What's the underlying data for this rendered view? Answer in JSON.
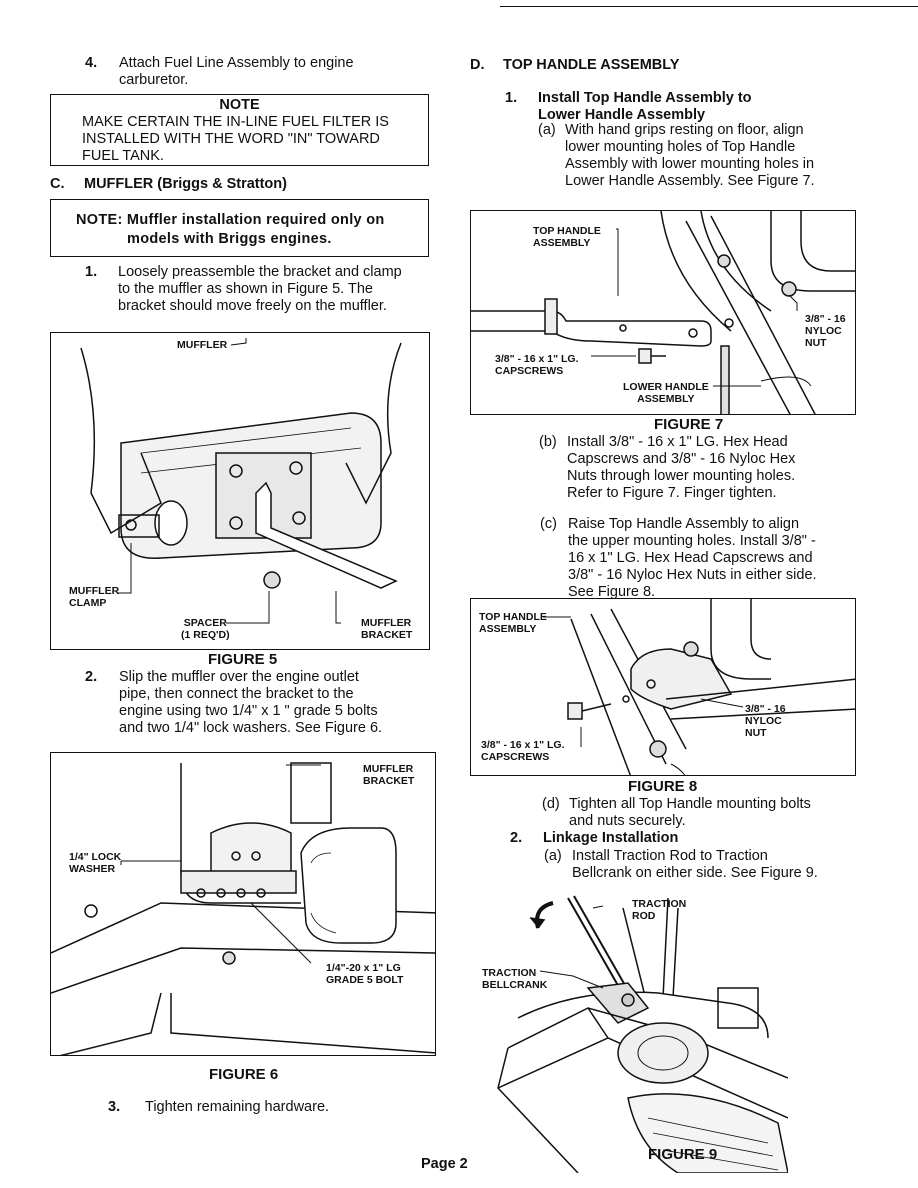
{
  "left": {
    "step4": {
      "num": "4.",
      "text": "Attach Fuel Line Assembly to engine carburetor."
    },
    "note": {
      "title": "NOTE",
      "body": "MAKE CERTAIN THE IN-LINE FUEL FILTER IS INSTALLED WITH THE WORD \"IN\" TOWARD FUEL TANK."
    },
    "section_c": {
      "letter": "C.",
      "title": "MUFFLER (Briggs & Stratton)"
    },
    "note2": {
      "line1": "NOTE: Muffler installation required only on",
      "line2": "models with Briggs engines."
    },
    "step1": {
      "num": "1.",
      "text": "Loosely preassemble the bracket and clamp to the muffler as shown in Figure 5. The bracket should move freely on the muffler."
    },
    "figure5": {
      "caption": "FIGURE 5",
      "labels": {
        "muffler": "MUFFLER",
        "clamp": "MUFFLER\nCLAMP",
        "spacer": "SPACER\n(1 REQ'D)",
        "bracket": "MUFFLER\nBRACKET"
      }
    },
    "step2": {
      "num": "2.",
      "text": "Slip the muffler over the engine outlet pipe, then connect the bracket to the engine using two 1/4\" x  1  \" grade 5 bolts and two 1/4\" lock washers. See Figure 6."
    },
    "figure6": {
      "caption": "FIGURE 6",
      "labels": {
        "bracket": "MUFFLER\nBRACKET",
        "washer": "1/4\" LOCK\nWASHER",
        "bolt": "1/4\"-20 x   1\" LG\nGRADE 5 BOLT"
      }
    },
    "step3": {
      "num": "3.",
      "text": "Tighten remaining hardware."
    }
  },
  "right": {
    "section_d": {
      "letter": "D.",
      "title": "TOP HANDLE ASSEMBLY"
    },
    "step1": {
      "num": "1.",
      "title_line1": "Install Top Handle Assembly to",
      "title_line2": "Lower Handle Assembly"
    },
    "sub_a": {
      "label": "(a)",
      "text": "With hand grips resting on floor, align lower mounting holes of Top Handle Assembly with lower mounting holes in Lower Handle Assembly. See Figure 7."
    },
    "figure7": {
      "caption": "FIGURE 7",
      "labels": {
        "top": "TOP HANDLE\nASSEMBLY",
        "nut": "3/8\" - 16\nNYLOC\nNUT",
        "screws": "3/8\" - 16 x 1\" LG.\nCAPSCREWS",
        "lower": "LOWER HANDLE\nASSEMBLY"
      }
    },
    "sub_b": {
      "label": "(b)",
      "text": "Install 3/8\" - 16 x 1\" LG. Hex Head Capscrews and 3/8\" - 16 Nyloc Hex Nuts through lower mounting holes. Refer to Figure 7.  Finger tighten."
    },
    "sub_c": {
      "label": "(c)",
      "text": "Raise Top Handle Assembly to align the upper mounting holes.  Install 3/8\" - 16 x 1\" LG. Hex Head Capscrews and 3/8\" - 16 Nyloc Hex Nuts in either side.  See Figure 8."
    },
    "figure8": {
      "caption": "FIGURE 8",
      "labels": {
        "top": "TOP HANDLE\nASSEMBLY",
        "nut": "3/8\" - 16\nNYLOC\nNUT",
        "screws": "3/8\" - 16 x 1\" LG.\nCAPSCREWS"
      }
    },
    "sub_d": {
      "label": "(d)",
      "text": "Tighten all Top Handle mounting bolts and nuts securely."
    },
    "step2": {
      "num": "2.",
      "title": "Linkage Installation"
    },
    "sub_2a": {
      "label": "(a)",
      "text": "Install Traction Rod to Traction Bellcrank on either side.  See Figure 9."
    },
    "figure9": {
      "caption": "FIGURE 9",
      "labels": {
        "rod": "TRACTION\nROD",
        "bellcrank": "TRACTION\nBELLCRANK"
      }
    }
  },
  "footer": {
    "page": "Page 2"
  }
}
